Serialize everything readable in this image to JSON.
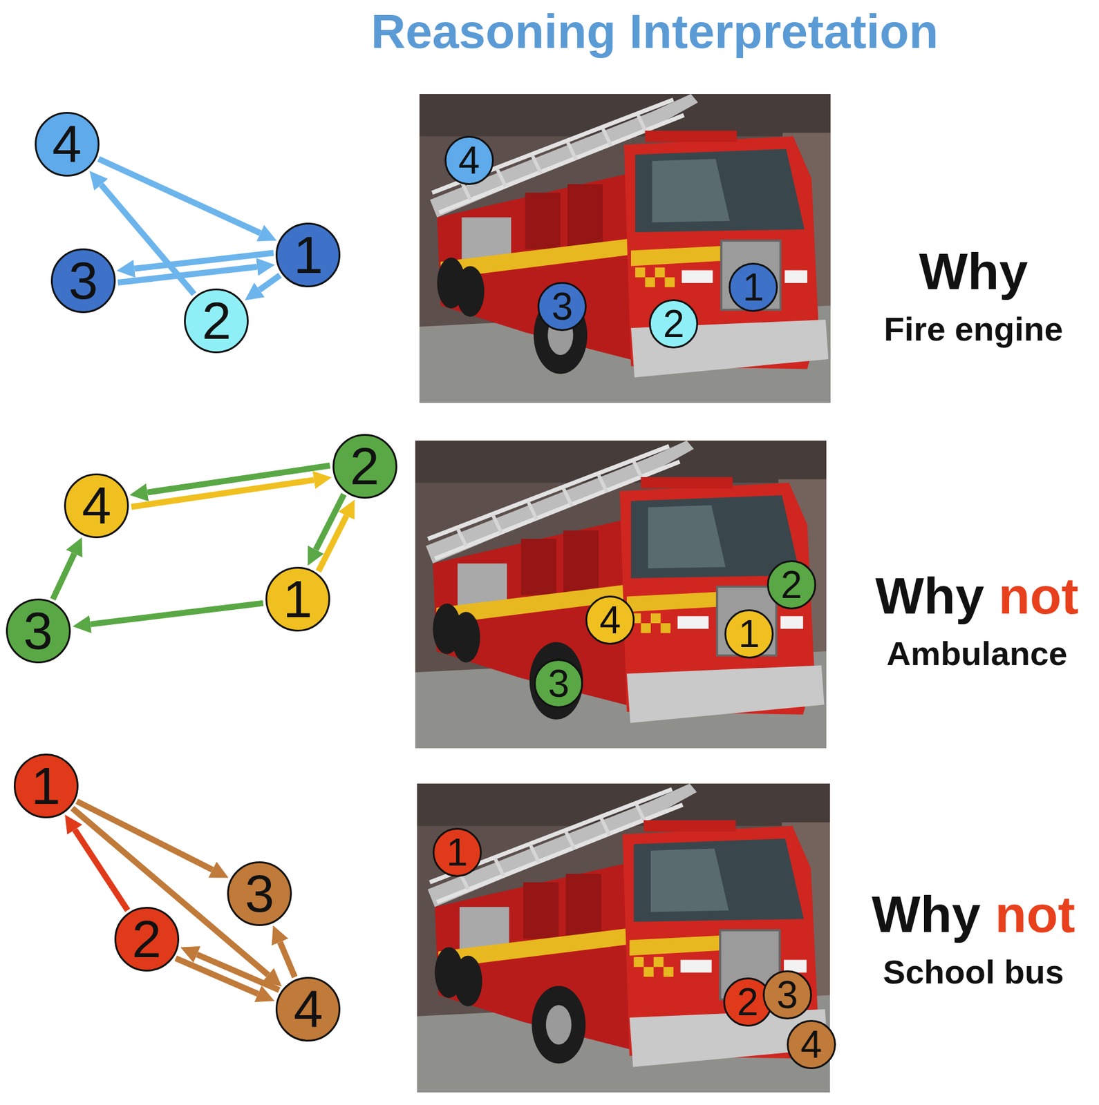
{
  "diagram": {
    "title": "Reasoning Interpretation",
    "nodes": [
      {
        "text": [
          "1"
        ]
      },
      {
        "text": [
          "2"
        ]
      },
      {
        "text": [
          "3"
        ]
      },
      {
        "text": [
          "4"
        ]
      },
      {
        "text": [
          "1"
        ]
      },
      {
        "text": [
          "2"
        ]
      },
      {
        "text": [
          "3"
        ]
      },
      {
        "text": [
          "4"
        ]
      },
      {
        "text": [
          "1"
        ]
      },
      {
        "text": [
          "2"
        ]
      },
      {
        "text": [
          "3"
        ]
      },
      {
        "text": [
          "4"
        ]
      },
      {
        "text": [
          "1"
        ]
      },
      {
        "text": [
          "2"
        ]
      },
      {
        "text": [
          "3"
        ]
      },
      {
        "text": [
          "4"
        ]
      },
      {
        "text": [
          "1"
        ]
      },
      {
        "text": [
          "2"
        ]
      },
      {
        "text": [
          "3"
        ]
      },
      {
        "text": [
          "4"
        ]
      },
      {
        "text": [
          "1"
        ]
      },
      {
        "text": [
          "2"
        ]
      },
      {
        "text": [
          "3"
        ]
      },
      {
        "text": [
          "4"
        ]
      }
    ],
    "edges": [
      {
        "from": 3,
        "to": 0,
        "arrow": "to"
      },
      {
        "from": 0,
        "to": 2,
        "arrow": "to"
      },
      {
        "from": 2,
        "to": 0,
        "arrow": "to"
      },
      {
        "from": 0,
        "to": 1,
        "arrow": "to"
      },
      {
        "from": 1,
        "to": 3,
        "arrow": "to"
      },
      {
        "from": 11,
        "to": 9,
        "arrow": "to"
      },
      {
        "from": 9,
        "to": 11,
        "arrow": "to"
      },
      {
        "from": 8,
        "to": 9,
        "arrow": "to"
      },
      {
        "from": 9,
        "to": 8,
        "arrow": "to"
      },
      {
        "from": 10,
        "to": 11,
        "arrow": "to"
      },
      {
        "from": 8,
        "to": 10,
        "arrow": "to"
      },
      {
        "from": 17,
        "to": 16,
        "arrow": "to"
      },
      {
        "from": 16,
        "to": 18,
        "arrow": "to"
      },
      {
        "from": 16,
        "to": 19,
        "arrow": "to"
      },
      {
        "from": 17,
        "to": 19,
        "arrow": "to"
      },
      {
        "from": 19,
        "to": 17,
        "arrow": "to"
      },
      {
        "from": 19,
        "to": 18,
        "arrow": "to"
      }
    ],
    "labels": [
      "Why",
      "Fire engine",
      "Why",
      "not",
      "Ambulance",
      "Why",
      "not",
      "School bus"
    ]
  }
}
